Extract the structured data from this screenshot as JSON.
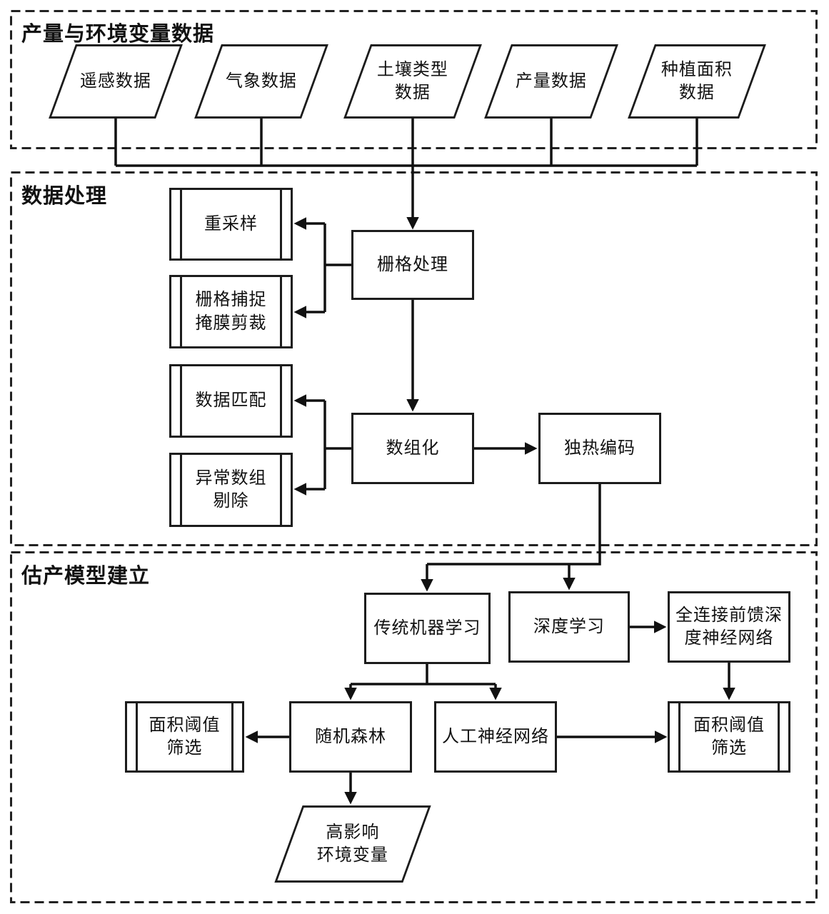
{
  "sections": {
    "inputs": {
      "title": "产量与环境变量数据",
      "nodes": [
        {
          "id": "remote-sensing-data",
          "label": "遥感数据"
        },
        {
          "id": "weather-data",
          "label": "气象数据"
        },
        {
          "id": "soil-type-data",
          "label": "土壤类型\n数据"
        },
        {
          "id": "yield-data",
          "label": "产量数据"
        },
        {
          "id": "planting-area-data",
          "label": "种植面积\n数据"
        }
      ]
    },
    "processing": {
      "title": "数据处理",
      "sub_steps": [
        {
          "id": "resampling",
          "label": "重采样"
        },
        {
          "id": "raster-snap-mask-clip",
          "label": "栅格捕捉\n掩膜剪裁"
        },
        {
          "id": "data-matching",
          "label": "数据匹配"
        },
        {
          "id": "abnormal-array-removal",
          "label": "异常数组\n剔除"
        }
      ],
      "raster_processing": "栅格处理",
      "arrayification": "数组化",
      "one_hot_encoding": "独热编码"
    },
    "modeling": {
      "title": "估产模型建立",
      "traditional_ml": "传统机器学习",
      "deep_learning": "深度学习",
      "fc_ffdnn": "全连接前馈深\n度神经网络",
      "random_forest": "随机森林",
      "ann": "人工神经网络",
      "area_threshold_left": "面积阈值\n筛选",
      "area_threshold_right": "面积阈值\n筛选",
      "high_impact_vars": "高影响\n环境变量"
    },
    "colors": {
      "stroke": "#111111",
      "background": "#ffffff"
    }
  }
}
